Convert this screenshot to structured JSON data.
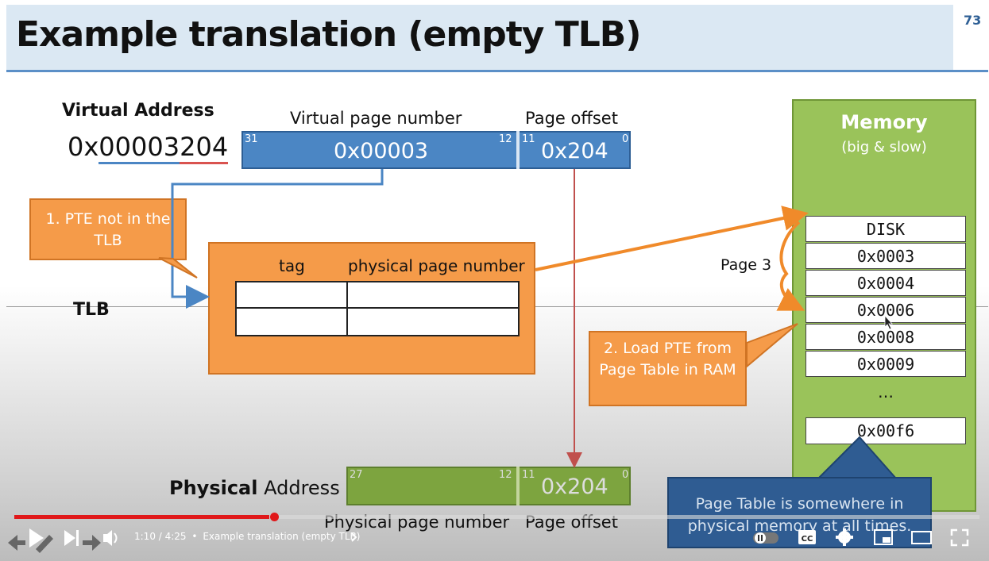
{
  "slide": {
    "title": "Example translation (empty TLB)",
    "number": "73"
  },
  "virtual_address": {
    "label": "Virtual Address",
    "value_prefix": "0x",
    "value_vpn": "00003",
    "value_offset": "204",
    "vpn_header": "Virtual page number",
    "offset_header": "Page offset",
    "vpn_value": "0x00003",
    "offset_value": "0x204",
    "bit_31": "31",
    "bit_12": "12",
    "bit_11": "11",
    "bit_0": "0"
  },
  "callout_1": "1. PTE not in the TLB",
  "tlb": {
    "label": "TLB",
    "col_tag": "tag",
    "col_ppn": "physical page number"
  },
  "memory": {
    "title": "Memory",
    "subtitle": "(big & slow)",
    "cells": [
      "DISK",
      "0x0003",
      "0x0004",
      "0x0006",
      "0x0008",
      "0x0009"
    ],
    "ellipsis": "…",
    "last_cell": "0x00f6"
  },
  "page_label": "Page 3",
  "callout_2": "2. Load PTE from Page Table in RAM",
  "physical_address": {
    "label_bold": "Physical",
    "label_rest": " Address",
    "bit_27": "27",
    "bit_12": "12",
    "bit_11": "11",
    "bit_0": "0",
    "offset_value": "0x204",
    "ppn_header": "Physical page number",
    "offset_header": "Page offset"
  },
  "page_table_note": "Page Table is somewhere in physical memory at all times.",
  "player": {
    "time": "1:10 / 4:25",
    "separator": "•",
    "chapter": "Example translation (empty TLB)",
    "progress_fraction": 0.264
  }
}
